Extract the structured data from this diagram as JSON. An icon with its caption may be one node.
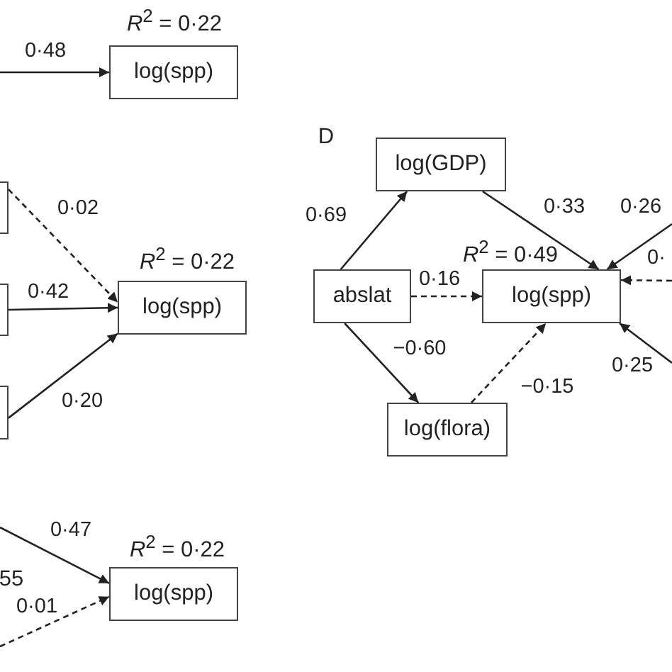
{
  "diagram": {
    "nodes": [
      {
        "text": [
          "log(spp)"
        ],
        "beside": [
          "*R*$^{2}$ = 0·22"
        ]
      },
      {
        "text": [],
        "shape": "box"
      },
      {
        "text": [],
        "shape": "box"
      },
      {
        "text": [],
        "shape": "box"
      },
      {
        "text": [
          "log(spp)"
        ],
        "beside": [
          "*R*$^{2}$ = 0·22"
        ]
      },
      {
        "text": [
          "log(spp)"
        ],
        "beside": [
          "*R*$^{2}$ = 0·22"
        ]
      },
      {
        "text": [
          "log(GDP)"
        ]
      },
      {
        "text": [
          "abslat"
        ]
      },
      {
        "text": [
          "log(spp)"
        ],
        "beside": [
          "*R*$^{2}$ = 0·49"
        ]
      },
      {
        "text": [
          "log(flora)"
        ]
      }
    ],
    "edges": [
      {
        "from": null,
        "to": 0,
        "arrow": "to",
        "label": "0·48"
      },
      {
        "from": 1,
        "to": 4,
        "arrow": "to",
        "label": "0·02",
        "style": "dashed"
      },
      {
        "from": 2,
        "to": 4,
        "arrow": "to",
        "label": "0·42"
      },
      {
        "from": 3,
        "to": 4,
        "arrow": "to",
        "label": "0·20"
      },
      {
        "from": null,
        "to": 5,
        "arrow": "to",
        "label": "0·47"
      },
      {
        "from": null,
        "to": 5,
        "arrow": "to",
        "label": "0·01",
        "style": "dashed"
      },
      {
        "from": 7,
        "to": 6,
        "arrow": "to",
        "label": "0·69"
      },
      {
        "from": 6,
        "to": 8,
        "arrow": "to",
        "label": "0·33"
      },
      {
        "from": null,
        "to": 8,
        "arrow": "to",
        "label": "0·26"
      },
      {
        "from": 7,
        "to": 8,
        "arrow": "to",
        "label": "0·16",
        "style": "dashed"
      },
      {
        "from": null,
        "to": 8,
        "arrow": "to",
        "label": "0·",
        "style": "dashed"
      },
      {
        "from": 7,
        "to": 9,
        "arrow": "to",
        "label": "−0·60"
      },
      {
        "from": 9,
        "to": 8,
        "arrow": "to",
        "label": "−0·15",
        "style": "dashed"
      },
      {
        "from": null,
        "to": 8,
        "arrow": "to",
        "label": "0·25"
      }
    ],
    "labels": [
      "D",
      "55"
    ]
  }
}
